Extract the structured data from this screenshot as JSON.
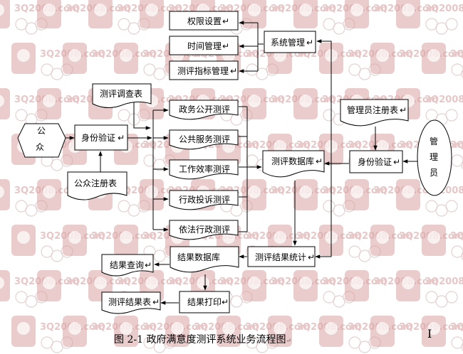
{
  "watermark": {
    "text": "3Q2008.com",
    "logo": "3q-logo-icon",
    "rings": "olympic-rings-icon"
  },
  "diagram": {
    "nodes": {
      "public": "公众",
      "identity_public": "身份验证",
      "public_registry": "公众注册表",
      "survey_form": "测评调查表",
      "permission": "权限设置",
      "time_mgmt": "时间管理",
      "indicator_mgmt": "测评指标管理",
      "system_mgmt": "系统管理",
      "gov_affairs": "政务公开测评",
      "public_service": "公共服务测评",
      "work_efficiency": "工作效率测评",
      "admin_complaint": "行政投诉测评",
      "lawful_admin": "依法行政测评",
      "eval_db": "测评数据库",
      "admin_registry": "管理员注册表",
      "identity_admin": "身份验证",
      "admin_chars": [
        "管",
        "理",
        "员"
      ],
      "eval_stats": "测评结果统计",
      "result_db": "结果数据库",
      "result_query": "结果查询",
      "result_print": "结果打印",
      "result_table": "测评结果表"
    },
    "mark": "↵"
  },
  "caption": "图 2-1 政府满意度测评系统业务流程图",
  "cursor": "I"
}
